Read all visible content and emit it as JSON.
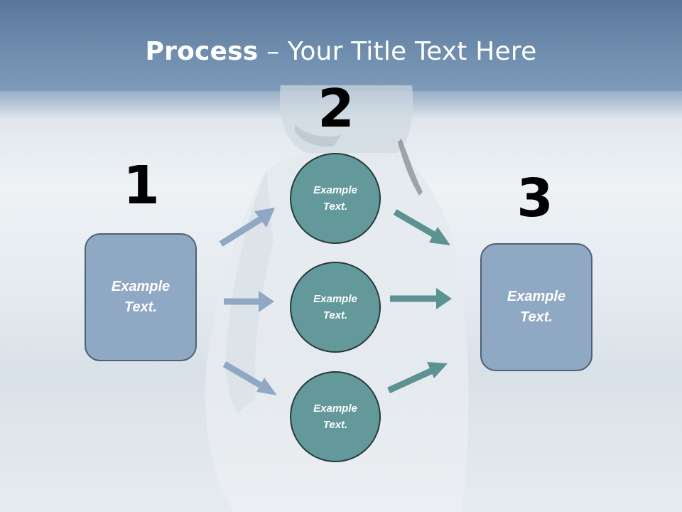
{
  "title": {
    "bold": "Process",
    "rest": " – Your Title Text Here"
  },
  "steps": {
    "one": "1",
    "two": "2",
    "three": "3"
  },
  "left_box": {
    "text": "Example\nText."
  },
  "right_box": {
    "text": "Example\nText."
  },
  "circles": [
    {
      "text": "Example\nText."
    },
    {
      "text": "Example\nText."
    },
    {
      "text": "Example\nText."
    }
  ],
  "colors": {
    "box_fill": "#8fa8c4",
    "circle_fill": "#63999a",
    "arrow_in": "#8fa8c4",
    "arrow_out": "#5b9292",
    "header": "#6a89aa"
  }
}
